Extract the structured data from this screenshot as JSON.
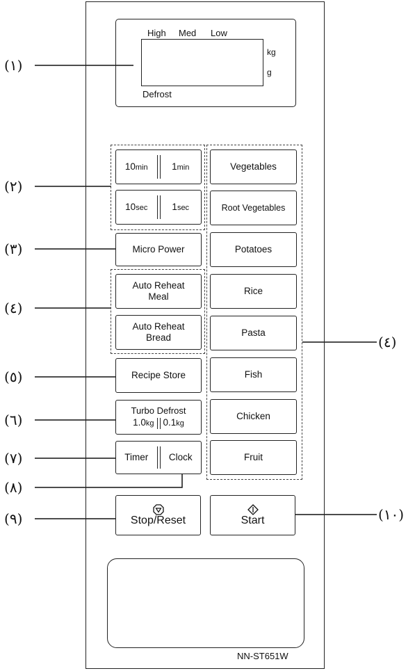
{
  "display": {
    "power_levels": [
      "High",
      "Med",
      "Low"
    ],
    "units": [
      "kg",
      "g"
    ],
    "mode_label": "Defrost"
  },
  "buttons": {
    "min_10": {
      "value": "10",
      "unit": "min"
    },
    "min_1": {
      "value": "1",
      "unit": "min"
    },
    "sec_10": {
      "value": "10",
      "unit": "sec"
    },
    "sec_1": {
      "value": "1",
      "unit": "sec"
    },
    "micro_power": "Micro Power",
    "auto_reheat_meal": [
      "Auto Reheat",
      "Meal"
    ],
    "auto_reheat_bread": [
      "Auto Reheat",
      "Bread"
    ],
    "recipe_store": "Recipe Store",
    "turbo_defrost": {
      "title": "Turbo Defrost",
      "kg_1": {
        "value": "1.0",
        "unit": "kg"
      },
      "kg_01": {
        "value": "0.1",
        "unit": "kg"
      }
    },
    "timer": "Timer",
    "clock": "Clock",
    "stop_reset": "Stop/Reset",
    "start": "Start",
    "food": [
      "Vegetables",
      "Root Vegetables",
      "Potatoes",
      "Rice",
      "Pasta",
      "Fish",
      "Chicken",
      "Fruit"
    ]
  },
  "callouts": {
    "c1": "(١)",
    "c2": "(٢)",
    "c3": "(٣)",
    "c4_left": "(٤)",
    "c4_right": "(٤)",
    "c5": "(٥)",
    "c6": "(٦)",
    "c7": "(٧)",
    "c8": "(٨)",
    "c9": "(٩)",
    "c10": "(١٠)"
  },
  "icons": {
    "stop": "stop-octagon-icon",
    "start": "start-diamond-icon"
  },
  "model_label": "NN-ST651W"
}
